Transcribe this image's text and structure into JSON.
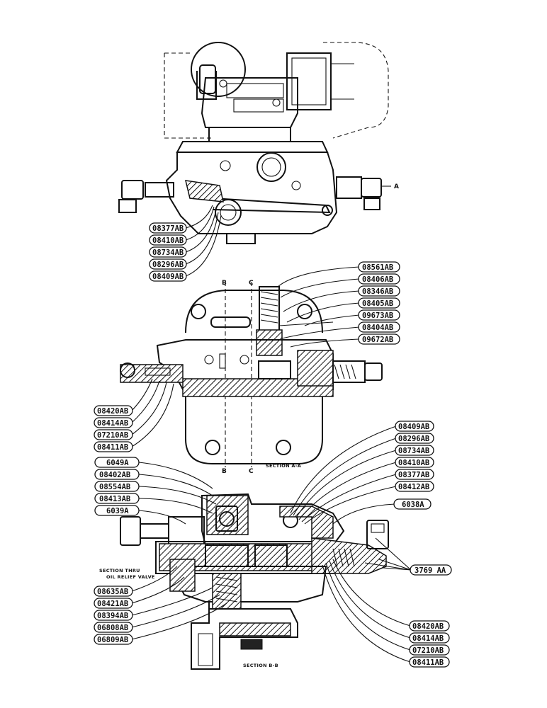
{
  "view_top": {
    "callouts": [
      "08377AB",
      "08410AB",
      "08734AB",
      "08296AB",
      "08409AB"
    ],
    "section_marker": "A"
  },
  "view_middle": {
    "callouts_right": [
      "08561AB",
      "08406AB",
      "08346AB",
      "08405AB",
      "09673AB",
      "08404AB",
      "09672AB"
    ],
    "callouts_left": [
      "08420AB",
      "08414AB",
      "07210AB",
      "08411AB"
    ],
    "section_letters": {
      "b_top": "B",
      "c_top": "C",
      "b_bottom": "B",
      "c_bottom": "C"
    },
    "section_label": "SECTION A-A"
  },
  "view_bottom": {
    "callouts_left": [
      "6049A",
      "08402AB",
      "08554AB",
      "08413AB",
      "6039A"
    ],
    "callouts_left_lower": [
      "08635AB",
      "08421AB",
      "08394AB",
      "06808AB",
      "06809AB"
    ],
    "callouts_right_upper": [
      "08409AB",
      "08296AB",
      "08734AB",
      "08410AB",
      "08377AB",
      "08412AB"
    ],
    "callout_6038": "6038A",
    "callout_3769": "3769 AA",
    "callouts_right_lower": [
      "08420AB",
      "08414AB",
      "07210AB",
      "08411AB"
    ],
    "note_line1": "SECTION THRU",
    "note_line2": "OIL RELIEF VALVE",
    "section_label": "SECTION B-B"
  }
}
